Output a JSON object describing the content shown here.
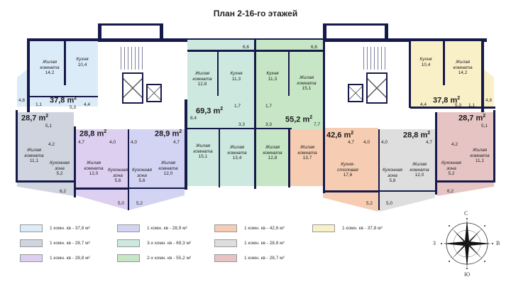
{
  "title": "План 2-16-го этажей",
  "colors": {
    "wall": "#161a4a",
    "apt_37_8_left": "#dcebf8",
    "apt_28_7_left": "#cfd4df",
    "apt_28_8_left": "#dccff0",
    "apt_28_9": "#d3d3f3",
    "apt_69_3": "#cde8df",
    "apt_55_2": "#c6e6c6",
    "apt_42_6": "#f6cdb2",
    "apt_28_8_right": "#dedede",
    "apt_28_7_right": "#e6c4c4",
    "apt_37_8_right": "#faf0c8"
  },
  "apartments": {
    "a378l": {
      "area": "37,8 m",
      "rooms": {
        "living_label": "Жилая комната",
        "living": "14,2",
        "kitchen_label": "Кухня",
        "kitchen": "10,4",
        "balcony": "4,8",
        "hall": "5,3",
        "wc": "1,1",
        "bath": "4,4"
      }
    },
    "a287l": {
      "area": "28,7 m",
      "rooms": {
        "living_label": "Жилая комната",
        "living": "11,1",
        "kitchen_label": "Кухонная зона",
        "kitchen": "5,2",
        "hall": "5,1",
        "bath": "4,2",
        "loggia": "6,2"
      }
    },
    "a288l": {
      "area": "28,8 m",
      "rooms": {
        "living_label": "Жилая комната",
        "living": "12,0",
        "kitchen_label": "Кухонная зона",
        "kitchen": "5,6",
        "hall": "4,7",
        "bath": "4,0",
        "loggia": "5,0"
      }
    },
    "a289": {
      "area": "28,9 m",
      "rooms": {
        "living_label": "Жилая комната",
        "living": "12,0",
        "kitchen_label": "Кухонная зона",
        "kitchen": "5,6",
        "hall": "4,7",
        "bath": "4,0",
        "loggia": "5,2"
      }
    },
    "a693": {
      "area": "69,3 m",
      "rooms": {
        "living_label": "Жилая комната",
        "living1": "12,8",
        "kitchen_label": "Кухня",
        "kitchen": "11,3",
        "living2": "15,1",
        "living3": "13,4",
        "hall": "8,4",
        "wc": "1,7",
        "bath": "3,3",
        "loggia": "6,6"
      }
    },
    "a552": {
      "area": "55,2 m",
      "rooms": {
        "living_label": "Жилая комната",
        "living1": "15,1",
        "kitchen_label": "Кухня",
        "kitchen": "11,3",
        "living2": "12,8",
        "hall": "7,7",
        "wc": "1,7",
        "bath": "3,3",
        "loggia": "6,6"
      }
    },
    "a426": {
      "area": "42,6 m",
      "rooms": {
        "living_label": "Жилая комната",
        "living": "13,7",
        "kitchen_label": "Кухня-столовая",
        "kitchen": "17,6",
        "hall": "4,7",
        "bath": "4,0",
        "loggia": "5,2"
      }
    },
    "a288r": {
      "area": "28,8 m",
      "rooms": {
        "living_label": "Жилая комната",
        "living": "12,0",
        "kitchen_label": "Кухонная зона",
        "kitchen": "5,6",
        "hall": "4,7",
        "bath": "4,0",
        "loggia": "5,0"
      }
    },
    "a287r": {
      "area": "28,7 m",
      "rooms": {
        "living_label": "Жилая комната",
        "living": "11,1",
        "kitchen_label": "Кухонная зона",
        "kitchen": "5,2",
        "hall": "5,1",
        "bath": "4,2",
        "loggia": "6,2"
      }
    },
    "a378r": {
      "area": "37,8 m",
      "rooms": {
        "living_label": "Жилая комната",
        "living": "14,2",
        "kitchen_label": "Кухня",
        "kitchen": "10,4",
        "balcony": "4,8",
        "hall": "5,3",
        "wc": "1,1",
        "bath": "4,4"
      }
    }
  },
  "sup": "2",
  "legend": [
    {
      "color": "#dcebf8",
      "text": "1 комн. кв - 37,8 м²"
    },
    {
      "color": "#cfd4df",
      "text": "1 комн. кв - 28,7 м²"
    },
    {
      "color": "#dccff0",
      "text": "1 комн. кв - 28,8 м²"
    },
    {
      "color": "#d3d3f3",
      "text": "1 комн. кв - 28,9 м²"
    },
    {
      "color": "#cde8df",
      "text": "3-х комн. кв - 69,3 м²"
    },
    {
      "color": "#c6e6c6",
      "text": "2-х комн. кв - 55,2 м²"
    },
    {
      "color": "#f6cdb2",
      "text": "1 комн. кв - 42,6 м²"
    },
    {
      "color": "#dedede",
      "text": "1 комн. кв - 28,8 м²"
    },
    {
      "color": "#e6c4c4",
      "text": "1 комн. кв - 28,7 м²"
    },
    {
      "color": "#faf0c8",
      "text": "1 комн. кв - 37,8 м²"
    }
  ],
  "compass": {
    "north": "С",
    "south": "Ю",
    "west": "З",
    "east": "В"
  }
}
